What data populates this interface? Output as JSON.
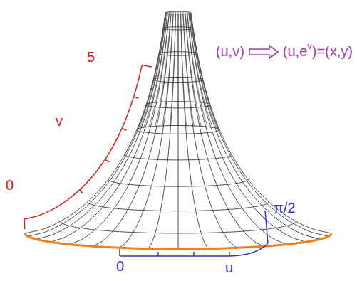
{
  "diagram": {
    "labels": [
      "5",
      "v",
      "0",
      "(u,v)",
      "(u,e",
      "v",
      ")=(x,y)",
      "π/2",
      "0",
      "u"
    ]
  }
}
